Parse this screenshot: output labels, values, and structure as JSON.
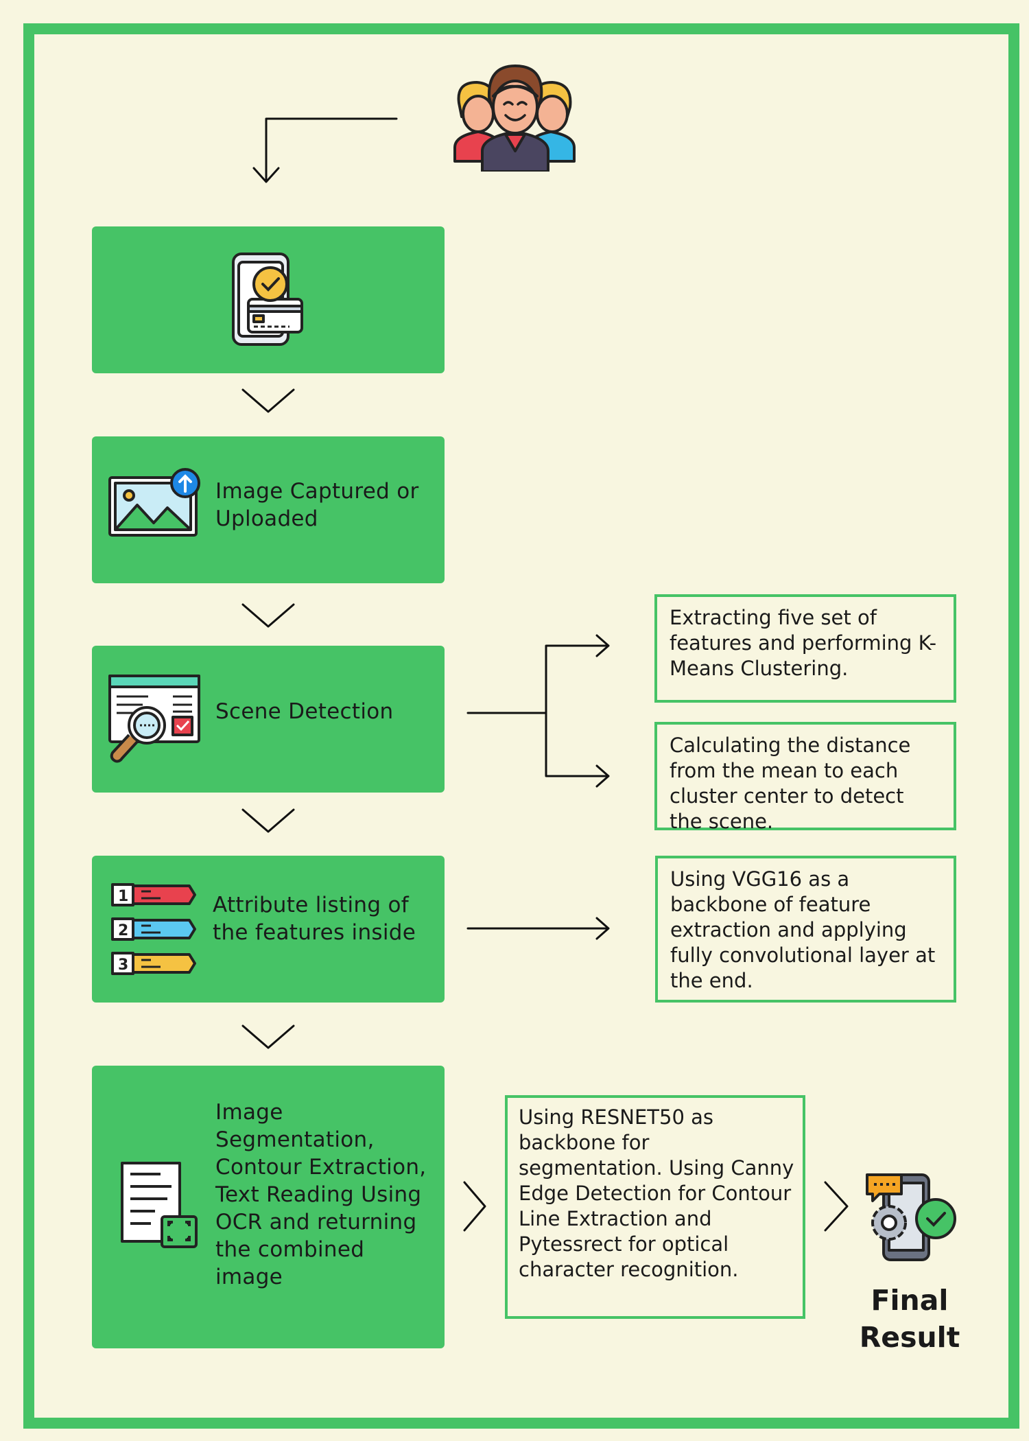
{
  "colors": {
    "accent": "#46c366",
    "background": "#f8f6e0"
  },
  "steps": [
    {
      "label": "",
      "icon": "mobile-payment-icon"
    },
    {
      "label": "Image Captured or Uploaded",
      "icon": "image-upload-icon"
    },
    {
      "label": "Scene Detection",
      "icon": "browser-search-icon"
    },
    {
      "label": "Attribute listing of the features inside",
      "icon": "numbered-list-icon"
    },
    {
      "label": "Image Segmentation, Contour Extraction, Text Reading Using OCR and returning the combined image",
      "icon": "document-scan-icon"
    }
  ],
  "notes": {
    "kmeans": "Extracting five set of features and performing K- Means Clustering.",
    "distance": "Calculating the distance from the mean to each cluster center to detect the scene.",
    "vgg16": "Using VGG16 as a backbone of feature extraction and applying fully convolutional layer at the end.",
    "resnet50": "Using RESNET50 as backbone for segmentation. Using Canny Edge Detection for Contour Line Extraction and Pytessrect for optical character recognition."
  },
  "final_result": "Final Result",
  "icons": {
    "users": "users-group-icon",
    "result": "phone-settings-check-icon"
  }
}
